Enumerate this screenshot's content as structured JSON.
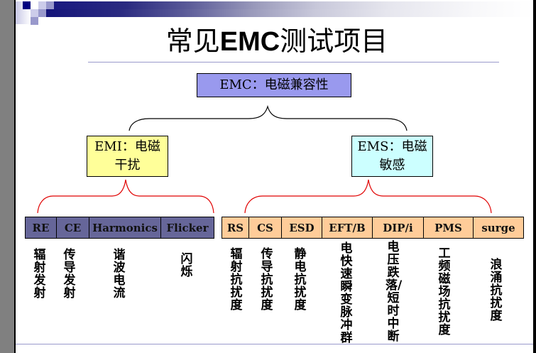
{
  "slide": {
    "title_cn_prefix": "常见",
    "title_en": "EMC",
    "title_cn_suffix": "测试项目"
  },
  "colors": {
    "emc_box": "#9999ee",
    "emi_box": "#ffff99",
    "ems_box": "#ccffff",
    "emi_row": "#666699",
    "ems_row": "#ffcc99",
    "emi_brace": "#000000",
    "ems_brace": "#ff0000",
    "header_bar": "#1a1a80",
    "rule": "#9a9acc"
  },
  "root": {
    "label": "EMC：电磁兼容性"
  },
  "branches": {
    "emi": {
      "label": "EMI：电磁干扰",
      "tests": [
        {
          "code": "RE",
          "desc": "辐射发射"
        },
        {
          "code": "CE",
          "desc": "传导发射"
        },
        {
          "code": "Harmonics",
          "desc": "谐波电流"
        },
        {
          "code": "Flicker",
          "desc": "闪烁"
        }
      ]
    },
    "ems": {
      "label": "EMS：电磁敏感",
      "tests": [
        {
          "code": "RS",
          "desc": "辐射抗扰度"
        },
        {
          "code": "CS",
          "desc": "传导抗扰度"
        },
        {
          "code": "ESD",
          "desc": "静电抗扰度"
        },
        {
          "code": "EFT/B",
          "desc": "电快速瞬变脉冲群"
        },
        {
          "code": "DIP/i",
          "desc": "电压跌落/短时中断"
        },
        {
          "code": "PMS",
          "desc": "工频磁场抗扰度"
        },
        {
          "code": "surge",
          "desc": "浪涌抗扰度"
        }
      ]
    }
  }
}
